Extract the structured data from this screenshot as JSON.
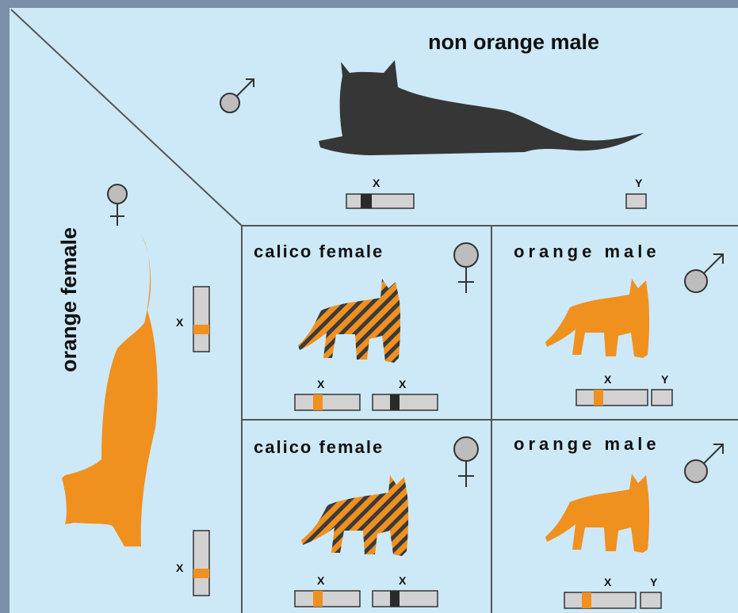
{
  "parents": {
    "male": {
      "label": "non orange male",
      "sex_symbol": "male-symbol-icon",
      "chromosomes": [
        "X",
        "Y"
      ],
      "color": "#3a3a3a"
    },
    "female": {
      "label": "orange female",
      "sex_symbol": "female-symbol-icon",
      "chromosomes": [
        "X",
        "X"
      ],
      "color": "#f0901e"
    }
  },
  "offspring": [
    {
      "label": "calico female",
      "sex_symbol": "female-symbol-icon",
      "chromosomes": [
        "X",
        "X"
      ],
      "coat": "calico"
    },
    {
      "label": "orange male",
      "sex_symbol": "male-symbol-icon",
      "chromosomes": [
        "X",
        "Y"
      ],
      "coat": "orange"
    },
    {
      "label": "calico female",
      "sex_symbol": "female-symbol-icon",
      "chromosomes": [
        "X",
        "X"
      ],
      "coat": "calico"
    },
    {
      "label": "orange male",
      "sex_symbol": "male-symbol-icon",
      "chromosomes": [
        "X",
        "Y"
      ],
      "coat": "orange"
    }
  ],
  "colors": {
    "background": "#cde9f8",
    "frame": "#7a8fa8",
    "orange_allele": "#f0901e",
    "black_allele": "#2a2a2a",
    "chromosome": "#d2d2d2"
  }
}
